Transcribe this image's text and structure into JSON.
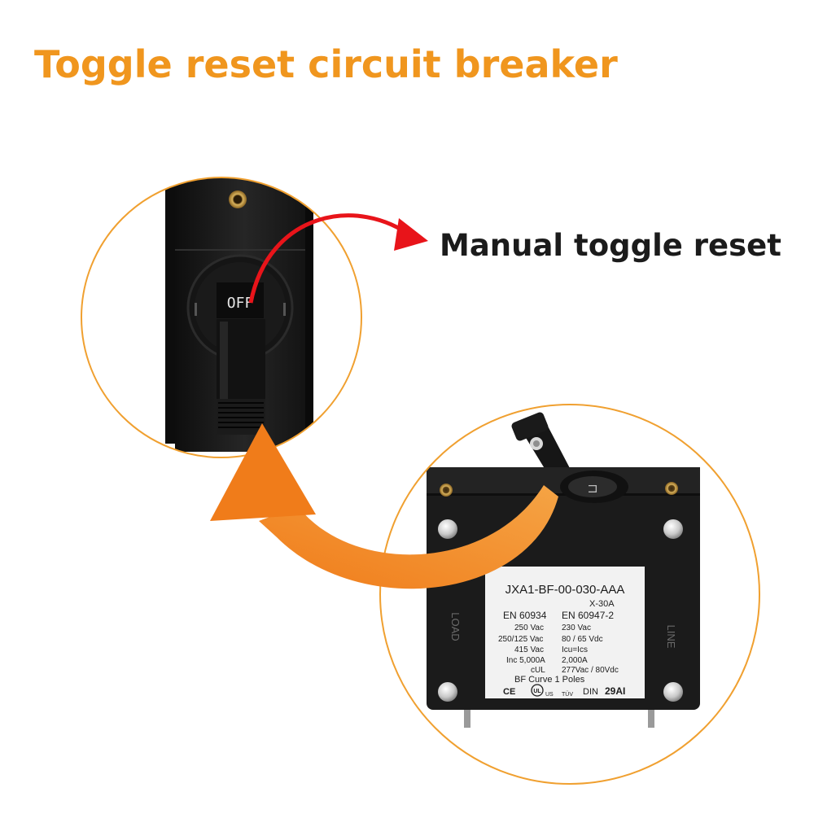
{
  "headline": "Toggle reset circuit breaker",
  "callout": "Manual toggle reset",
  "toggle_marking": "OFF",
  "colors": {
    "headline": "#f0961e",
    "ring": "#f0a030",
    "red_arrow": "#e8141a",
    "orange_arrow": "#f08a1e",
    "body": "#1c1c1c"
  },
  "label": {
    "model": "JXA1-BF-00-030-AAA",
    "rating": "X-30A",
    "std_left": "EN 60934",
    "std_right": "EN 60947-2",
    "row1_left": "250 Vac",
    "row1_right": "230 Vac",
    "row2_left": "250/125 Vac",
    "row2_right": "80 / 65 Vdc",
    "row3_left": "415 Vac",
    "row3_right": "Icu=Ics",
    "row4_left": "Inc 5,000A",
    "row4_right": "2,000A",
    "row5_left": "cUL",
    "row5_right": "277Vac / 80Vdc",
    "curve": "BF Curve 1 Poles",
    "marks_left": "CE",
    "marks_ul": "UL",
    "marks_us": "US",
    "marks_tuv": "TÜV",
    "marks_din": "DIN",
    "code": "29AI"
  },
  "side_left": "LOAD",
  "side_right": "LINE"
}
